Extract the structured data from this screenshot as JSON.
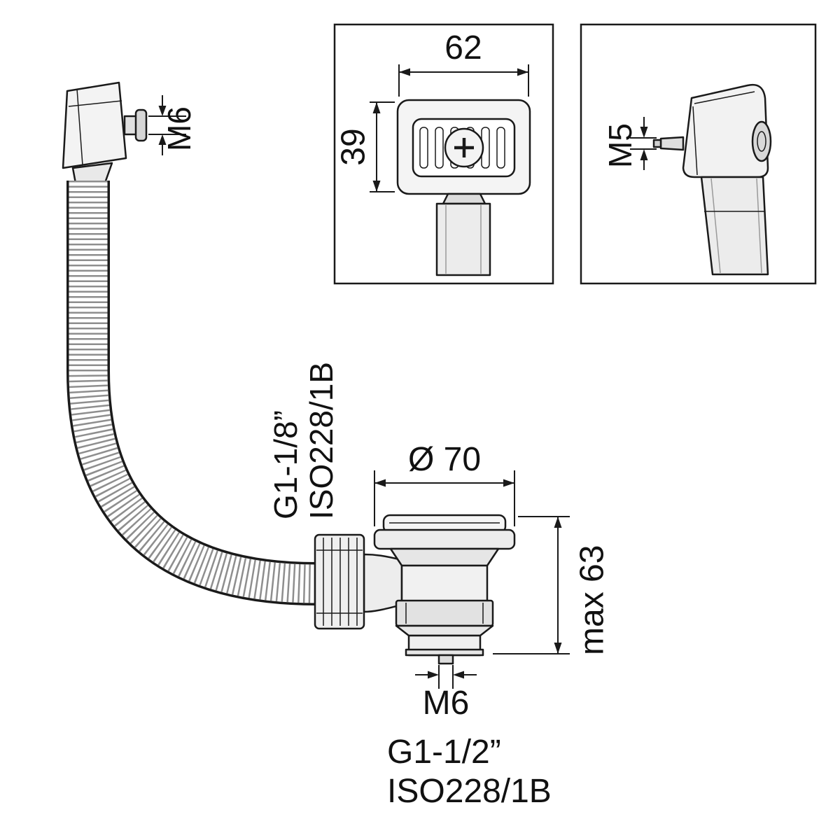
{
  "drawing": {
    "front_view": {
      "overflow_thread": "M6",
      "diameter": "Ø 70",
      "max_height": "max 63",
      "bottom_screw": "M6",
      "overflow_connection": {
        "line1": "G1-1/8”",
        "line2": "ISO228/1B"
      },
      "outlet_connection": {
        "line1": "G1-1/2”",
        "line2": "ISO228/1B"
      }
    },
    "top_view": {
      "width": "62",
      "depth": "39"
    },
    "side_view": {
      "screw_thread": "M5"
    }
  },
  "style": {
    "line_color": "#1a1a1a",
    "background": "#ffffff"
  }
}
